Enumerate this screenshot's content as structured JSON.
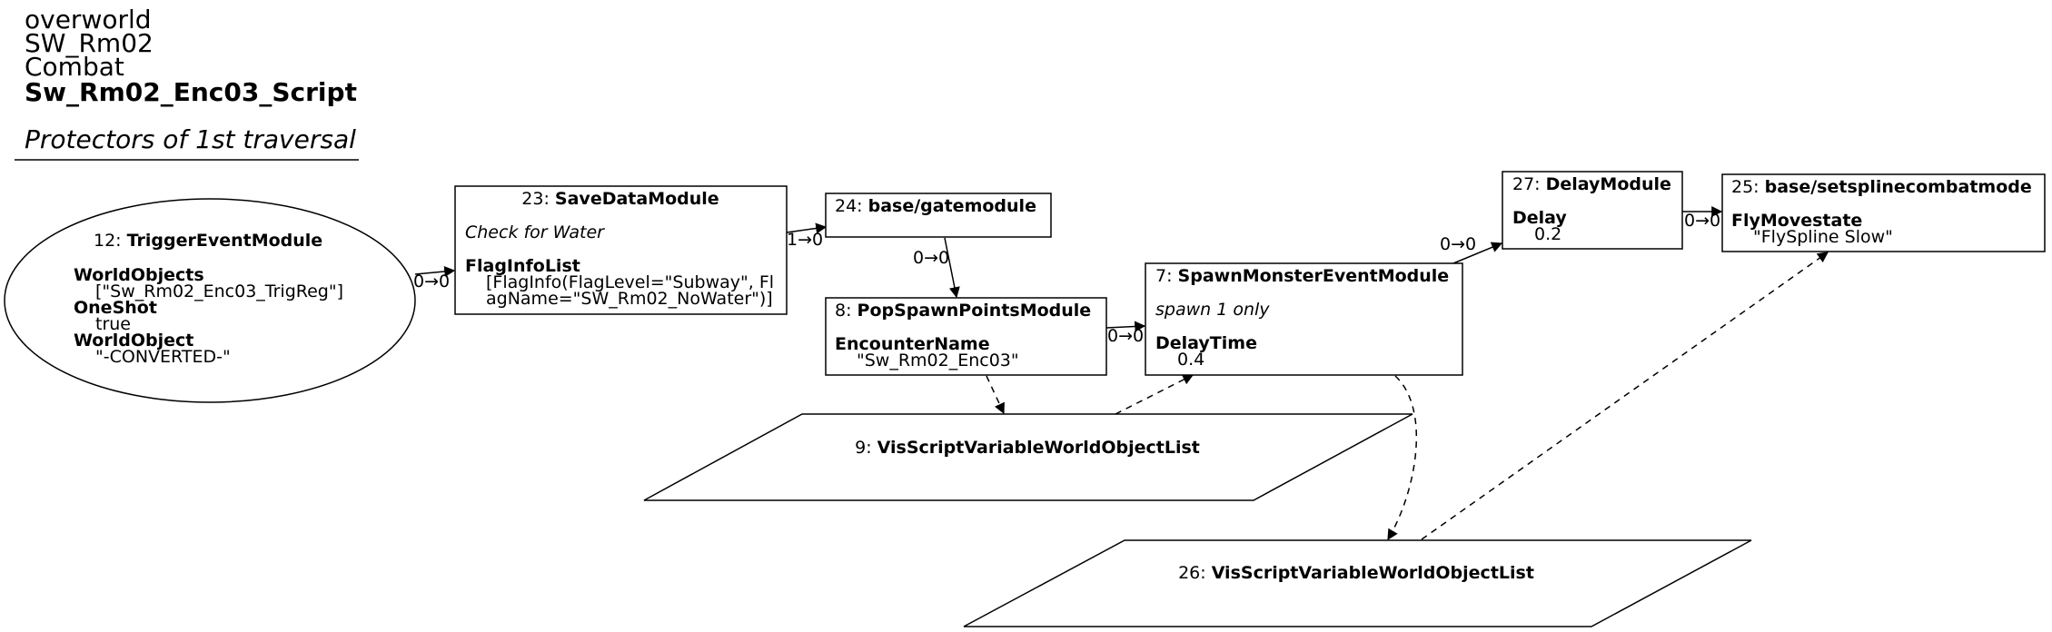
{
  "header": {
    "line1": "overworld",
    "line2": "SW_Rm02",
    "line3": "Combat",
    "script_name": "Sw_Rm02_Enc03_Script",
    "subtitle": "Protectors of 1st traversal"
  },
  "nodes": {
    "n12": {
      "id": "12: ",
      "type": "TriggerEventModule",
      "p1_key": "WorldObjects",
      "p1_val": "[\"Sw_Rm02_Enc03_TrigReg\"]",
      "p2_key": "OneShot",
      "p2_val": "true",
      "p3_key": "WorldObject",
      "p3_val": "\"-CONVERTED-\""
    },
    "n23": {
      "id": "23: ",
      "type": "SaveDataModule",
      "comment": "Check for Water",
      "p1_key": "FlagInfoList",
      "p1_val_line1": "[FlagInfo(FlagLevel=\"Subway\", Fl",
      "p1_val_line2": "agName=\"SW_Rm02_NoWater\")]"
    },
    "n24": {
      "id": "24: ",
      "type": "base/gatemodule"
    },
    "n8": {
      "id": "8: ",
      "type": "PopSpawnPointsModule",
      "p1_key": "EncounterName",
      "p1_val": "\"Sw_Rm02_Enc03\""
    },
    "n7": {
      "id": "7: ",
      "type": "SpawnMonsterEventModule",
      "comment": "spawn 1 only",
      "p1_key": "DelayTime",
      "p1_val": "0.4"
    },
    "n27": {
      "id": "27: ",
      "type": "DelayModule",
      "p1_key": "Delay",
      "p1_val": "0.2"
    },
    "n25": {
      "id": "25: ",
      "type": "base/setsplinecombatmode",
      "p1_key": "FlyMovestate",
      "p1_val": "\"FlySpline Slow\""
    },
    "n9": {
      "id": "9: ",
      "type": "VisScriptVariableWorldObjectList"
    },
    "n26": {
      "id": "26: ",
      "type": "VisScriptVariableWorldObjectList"
    }
  },
  "edges": {
    "e12_23": "0→0",
    "e23_24": "1→0",
    "e24_8": "0→0",
    "e8_7": "0→0",
    "e7_27": "0→0",
    "e27_25": "0→0"
  }
}
